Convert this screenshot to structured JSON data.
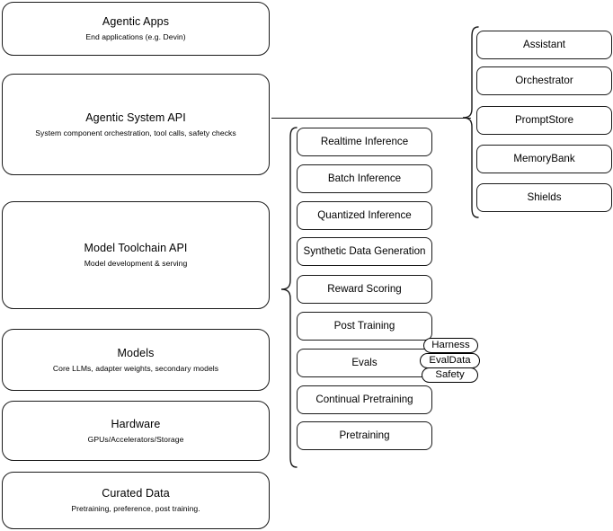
{
  "diagram": {
    "title": "AI Stack Architecture Diagram",
    "background_color": "#ffffff",
    "stroke_color": "#1a1a1a"
  },
  "layers": [
    {
      "id": "agentic-apps",
      "title": "Agentic Apps",
      "subtitle": "End applications (e.g. Devin)"
    },
    {
      "id": "agentic-system-api",
      "title": "Agentic System API",
      "subtitle": "System component orchestration, tool calls, safety checks"
    },
    {
      "id": "model-toolchain-api",
      "title": "Model Toolchain API",
      "subtitle": "Model development & serving"
    },
    {
      "id": "models",
      "title": "Models",
      "subtitle": "Core LLMs, adapter weights, secondary models"
    },
    {
      "id": "hardware",
      "title": "Hardware",
      "subtitle": "GPUs/Accelerators/Storage"
    },
    {
      "id": "curated-data",
      "title": "Curated Data",
      "subtitle": "Pretraining, preference, post training."
    }
  ],
  "toolchain_items": [
    {
      "id": "realtime-inference",
      "label": "Realtime Inference"
    },
    {
      "id": "batch-inference",
      "label": "Batch Inference"
    },
    {
      "id": "quantized-inference",
      "label": "Quantized Inference"
    },
    {
      "id": "synthetic-data-generation",
      "label": "Synthetic Data Generation"
    },
    {
      "id": "reward-scoring",
      "label": "Reward Scoring"
    },
    {
      "id": "post-training",
      "label": "Post Training"
    },
    {
      "id": "evals",
      "label": "Evals"
    },
    {
      "id": "continual-pretraining",
      "label": "Continual Pretraining"
    },
    {
      "id": "pretraining",
      "label": "Pretraining"
    }
  ],
  "evals_badges": [
    {
      "id": "harness",
      "label": "Harness"
    },
    {
      "id": "evaldata",
      "label": "EvalData"
    },
    {
      "id": "safety",
      "label": "Safety"
    }
  ],
  "agentic_components": [
    {
      "id": "assistant",
      "label": "Assistant"
    },
    {
      "id": "orchestrator",
      "label": "Orchestrator"
    },
    {
      "id": "promptstore",
      "label": "PromptStore"
    },
    {
      "id": "memorybank",
      "label": "MemoryBank"
    },
    {
      "id": "shields",
      "label": "Shields"
    }
  ]
}
